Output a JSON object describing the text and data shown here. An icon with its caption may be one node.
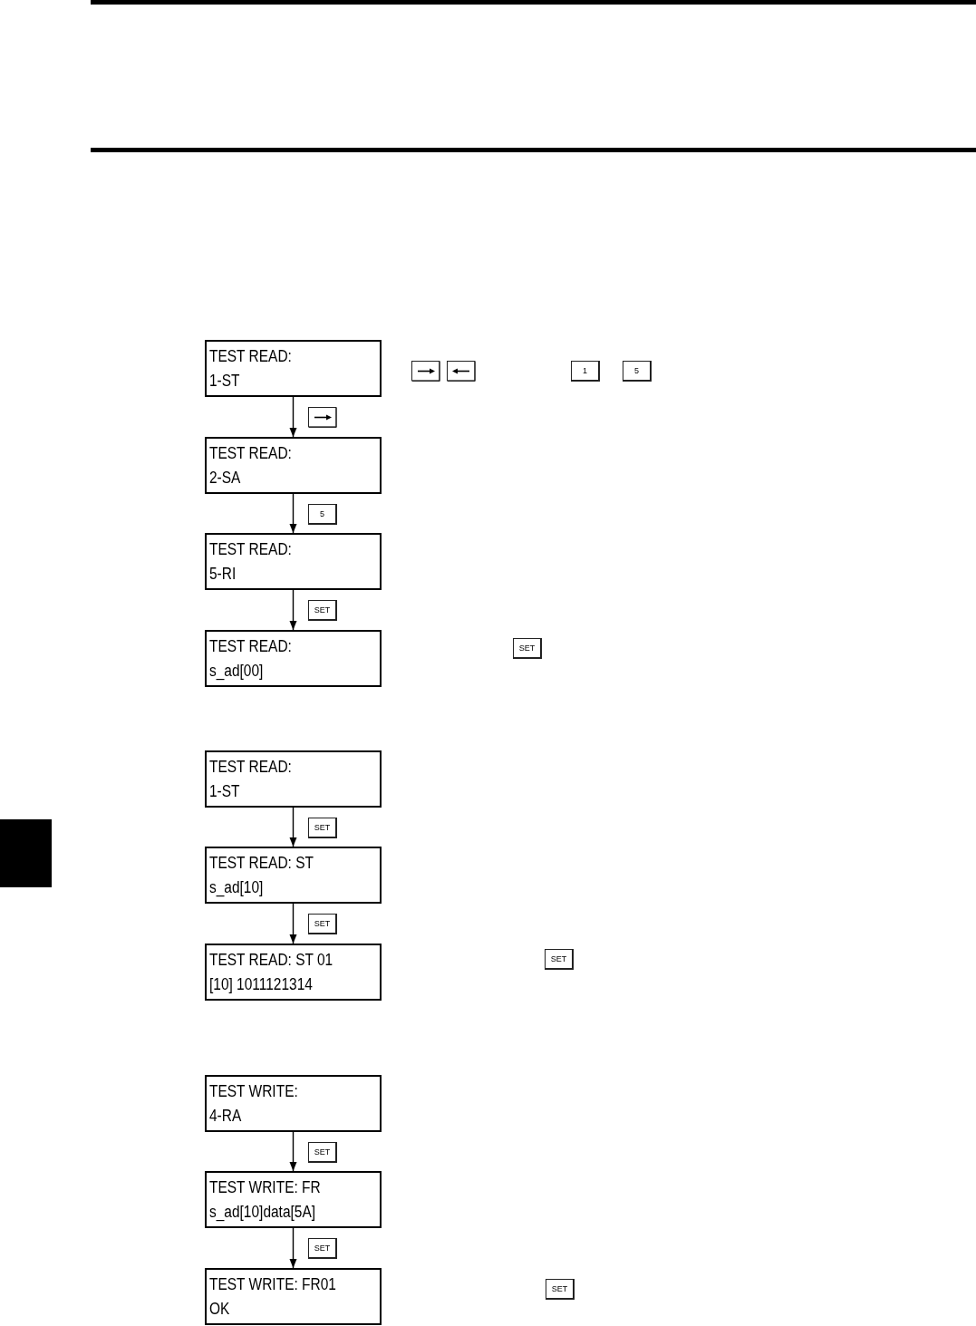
{
  "diagram": {
    "nodes": [
      {
        "text": [
          "TEST READ:",
          "1-ST"
        ]
      },
      {
        "text": [
          "TEST READ:",
          "2-SA"
        ]
      },
      {
        "text": [
          "TEST READ:",
          "5-RI"
        ]
      },
      {
        "text": [
          "TEST READ:",
          "s_ad[00]"
        ]
      },
      {
        "text": [
          "TEST READ:",
          "1-ST"
        ]
      },
      {
        "text": [
          "TEST READ: ST",
          "s_ad[10]"
        ]
      },
      {
        "text": [
          "TEST READ: ST 01",
          "[10] 1011121314"
        ]
      },
      {
        "text": [
          "TEST WRITE:",
          "4-RA"
        ]
      },
      {
        "text": [
          "TEST WRITE: FR",
          "s_ad[10]data[5A]"
        ]
      },
      {
        "text": [
          "TEST WRITE: FR01",
          "OK"
        ]
      }
    ],
    "edges": [
      {
        "from": 0,
        "to": 1,
        "arrow": "to"
      },
      {
        "from": 1,
        "to": 2,
        "arrow": "to",
        "label": "5"
      },
      {
        "from": 2,
        "to": 3,
        "arrow": "to",
        "label": "SET"
      },
      {
        "from": 4,
        "to": 5,
        "arrow": "to",
        "label": "SET"
      },
      {
        "from": 5,
        "to": 6,
        "arrow": "to",
        "label": "SET"
      },
      {
        "from": 7,
        "to": 8,
        "arrow": "to",
        "label": "SET"
      },
      {
        "from": 8,
        "to": 9,
        "arrow": "to",
        "label": "SET"
      }
    ],
    "labels": [
      "1",
      "5",
      "SET",
      "SET",
      "SET"
    ]
  }
}
